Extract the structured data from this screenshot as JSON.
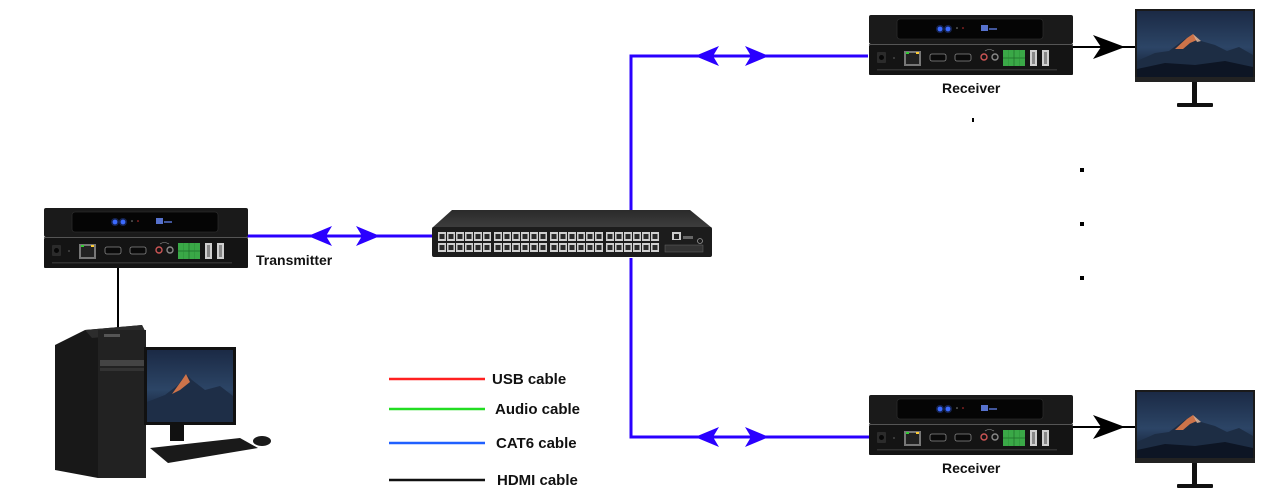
{
  "diagram": {
    "type": "network-topology",
    "nodes": {
      "transmitter": {
        "label": "Transmitter",
        "kind": "av-extender"
      },
      "switch": {
        "label": "",
        "kind": "network-switch"
      },
      "receiver_top": {
        "label": "Receiver",
        "kind": "av-extender"
      },
      "receiver_bottom": {
        "label": "Receiver",
        "kind": "av-extender"
      },
      "source_pc": {
        "label": "",
        "kind": "desktop-computer"
      },
      "display_top": {
        "label": "",
        "kind": "monitor"
      },
      "display_bottom": {
        "label": "",
        "kind": "monitor"
      }
    },
    "connections": [
      {
        "from": "source_pc",
        "to": "transmitter",
        "cable": "hdmi",
        "direction": "none"
      },
      {
        "from": "transmitter",
        "to": "switch",
        "cable": "cat6",
        "direction": "bidirectional"
      },
      {
        "from": "switch",
        "to": "receiver_top",
        "cable": "cat6",
        "direction": "bidirectional"
      },
      {
        "from": "switch",
        "to": "receiver_bottom",
        "cable": "cat6",
        "direction": "bidirectional"
      },
      {
        "from": "receiver_top",
        "to": "display_top",
        "cable": "hdmi",
        "direction": "forward"
      },
      {
        "from": "receiver_bottom",
        "to": "display_bottom",
        "cable": "hdmi",
        "direction": "forward"
      }
    ],
    "ellipsis": "more receivers (⋮)",
    "link_color": "#2a00ff",
    "hdmi_color": "#000000"
  },
  "legend": {
    "items": [
      {
        "label": "USB cable",
        "color": "#ff2020"
      },
      {
        "label": "Audio cable",
        "color": "#22dd22"
      },
      {
        "label": "CAT6 cable",
        "color": "#2060ff"
      },
      {
        "label": "HDMI cable",
        "color": "#111111"
      }
    ]
  }
}
